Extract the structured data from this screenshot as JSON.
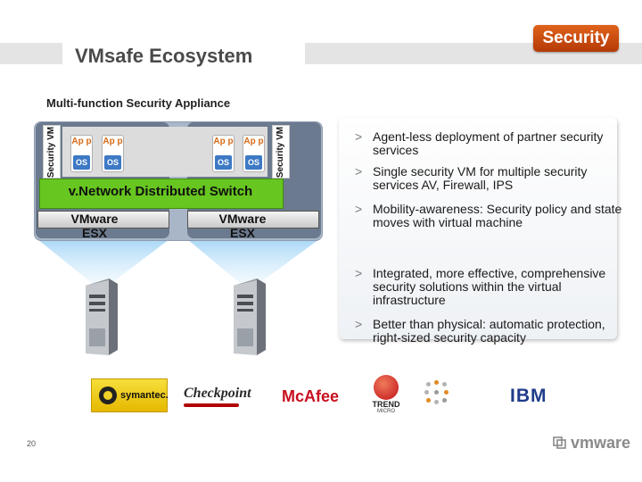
{
  "slide": {
    "title": "VMsafe Ecosystem",
    "section_badge": "Security",
    "subtitle": "Multi-function Security Appliance",
    "slide_number": "20",
    "footer_logo": "vmware"
  },
  "diagram": {
    "security_vm_label": "Security VM",
    "app_label": "Ap p",
    "os_label": "OS",
    "vswitch_label": "v.Network Distributed Switch",
    "esx_label": "VMware ESX"
  },
  "bullets": [
    {
      "marker": ">",
      "text": "Agent-less deployment of partner security services"
    },
    {
      "marker": ">",
      "text": "Single security VM for multiple security services AV, Firewall, IPS"
    },
    {
      "marker": ">",
      "text": "Mobility-awareness: Security policy and state moves with virtual machine"
    },
    {
      "marker": ">",
      "text": "Integrated, more effective, comprehensive security solutions within the virtual infrastructure"
    },
    {
      "marker": ">",
      "text": "Better than physical: automatic protection, right-sized security capacity"
    }
  ],
  "partner_logos": {
    "symantec": "symantec.",
    "checkpoint": "Checkpoint",
    "mcafee": "McAfee",
    "trend_name": "TREND",
    "trend_sub": "MICRO",
    "ibm": "IBM"
  },
  "colors": {
    "badge": "#c8490f",
    "vswitch": "#67c61f",
    "os": "#3d79c4",
    "mcafee": "#c8101f",
    "ibm": "#1f3c8a"
  }
}
